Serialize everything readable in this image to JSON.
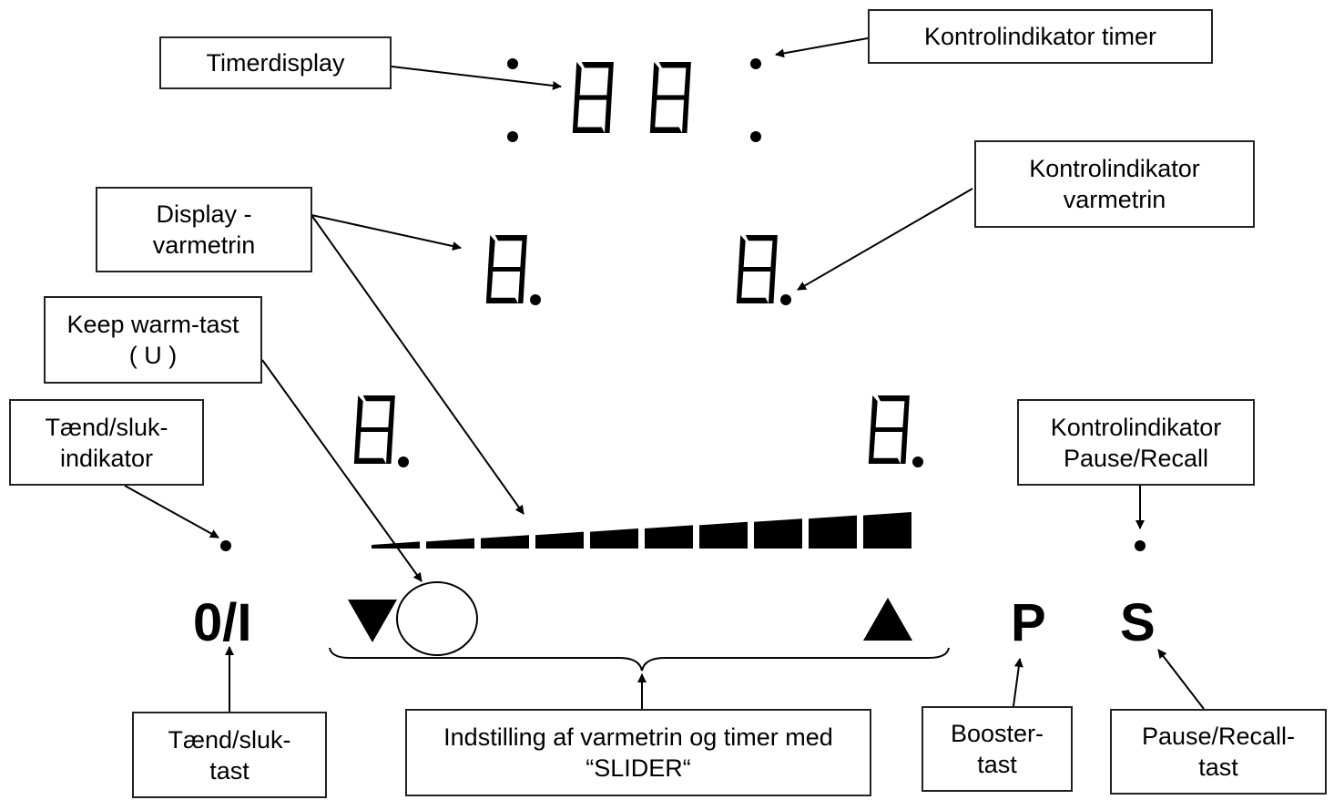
{
  "labels": {
    "timerdisplay": "Timerdisplay",
    "kontrol_timer": "Kontrolindikator timer",
    "display_varmetrin": "Display -\nvarmetrin",
    "kontrol_varmetrin": "Kontrolindikator\nvarmetrin",
    "keep_warm": "Keep warm-tast\n( U )",
    "taend_sluk_indikator": "Tænd/sluk-\nindikator",
    "kontrol_pause": "Kontrolindikator\nPause/Recall",
    "taend_sluk_tast": "Tænd/sluk-\ntast",
    "slider": "Indstilling af varmetrin og timer med\n“SLIDER“",
    "booster": "Booster-\ntast",
    "pause_recall_tast": "Pause/Recall-\ntast"
  },
  "keys": {
    "power": "0/I",
    "booster": "P",
    "pause": "S"
  },
  "slider": {
    "segment_count": 10
  },
  "colors": {
    "ink": "#000000",
    "border": "#222222",
    "background": "#ffffff"
  }
}
